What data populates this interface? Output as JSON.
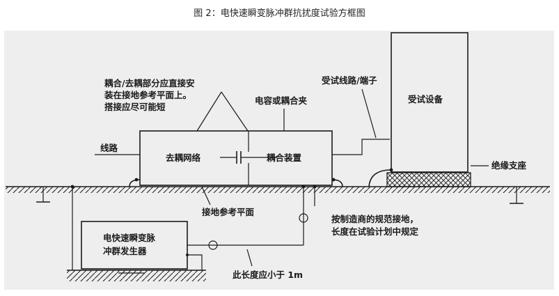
{
  "caption": "图 2：电快速瞬变脉冲群抗扰度试验方框图",
  "labels": {
    "coupling_note_1": "耦合/去耦部分应直接安",
    "coupling_note_2": "装在接地参考平面上。",
    "coupling_note_3": "搭接应尽可能短",
    "cap_clamp": "电容或耦合夹",
    "eut_line": "受试线路/端子",
    "eut": "受试设备",
    "line": "线路",
    "decoupling": "去耦网络",
    "coupling_device": "耦合装置",
    "insulation": "绝缘支座",
    "ground_plane": "接地参考平面",
    "gnd_note_1": "按制造商的规范接地，",
    "gnd_note_2": "长度在试验计划中规定",
    "generator_1": "电快速瞬变脉",
    "generator_2": "冲群发生器",
    "length_note": "此长度应小于 1m"
  }
}
